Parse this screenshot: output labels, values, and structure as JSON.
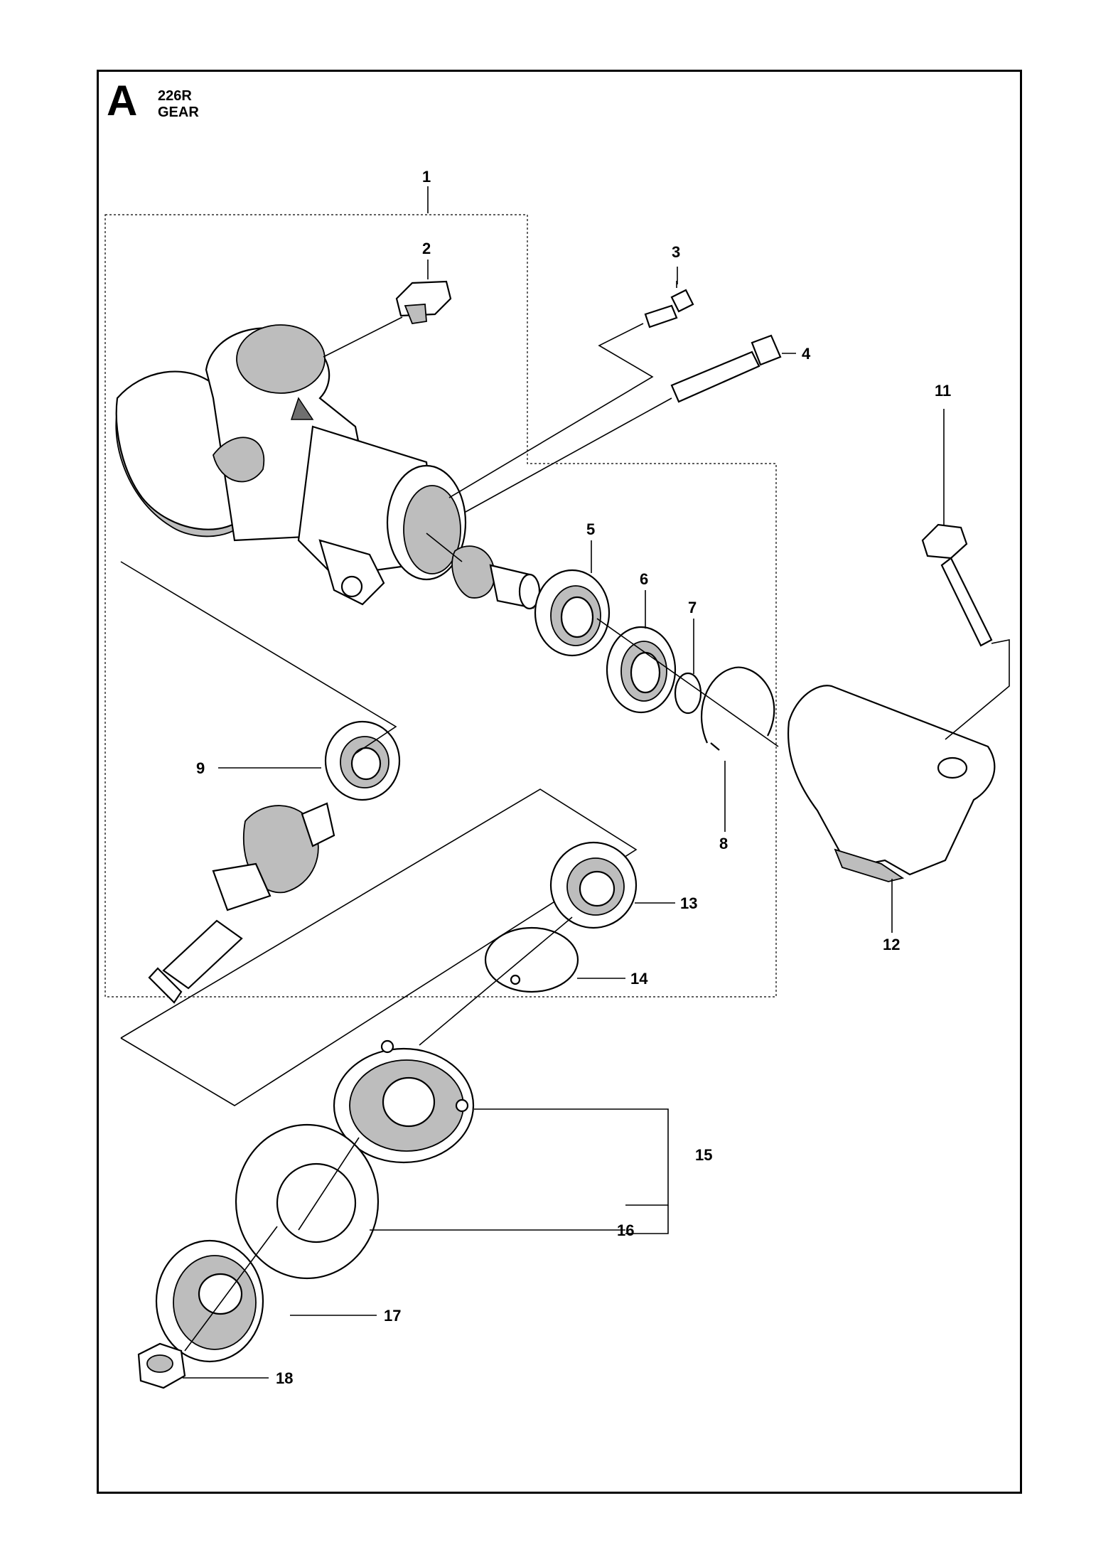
{
  "header": {
    "section_letter": "A",
    "model": "226R",
    "group": "GEAR"
  },
  "callouts": [
    "1",
    "2",
    "3",
    "4",
    "5",
    "6",
    "7",
    "8",
    "9",
    "11",
    "12",
    "13",
    "14",
    "15",
    "16",
    "17",
    "18"
  ]
}
